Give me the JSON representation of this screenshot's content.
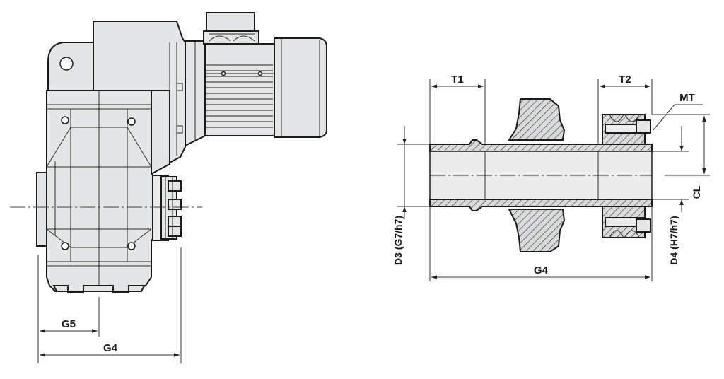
{
  "labels": {
    "left_g5": "G5",
    "left_g4": "G4",
    "t1": "T1",
    "t2": "T2",
    "mt": "MT",
    "cl": "CL",
    "d3": "D3 (G7/h7)",
    "d4": "D4 (H7/h7)",
    "right_g4": "G4"
  },
  "colors": {
    "housing": "#e4e5e6",
    "line": "#1b1b1b",
    "background": "#ffffff"
  }
}
